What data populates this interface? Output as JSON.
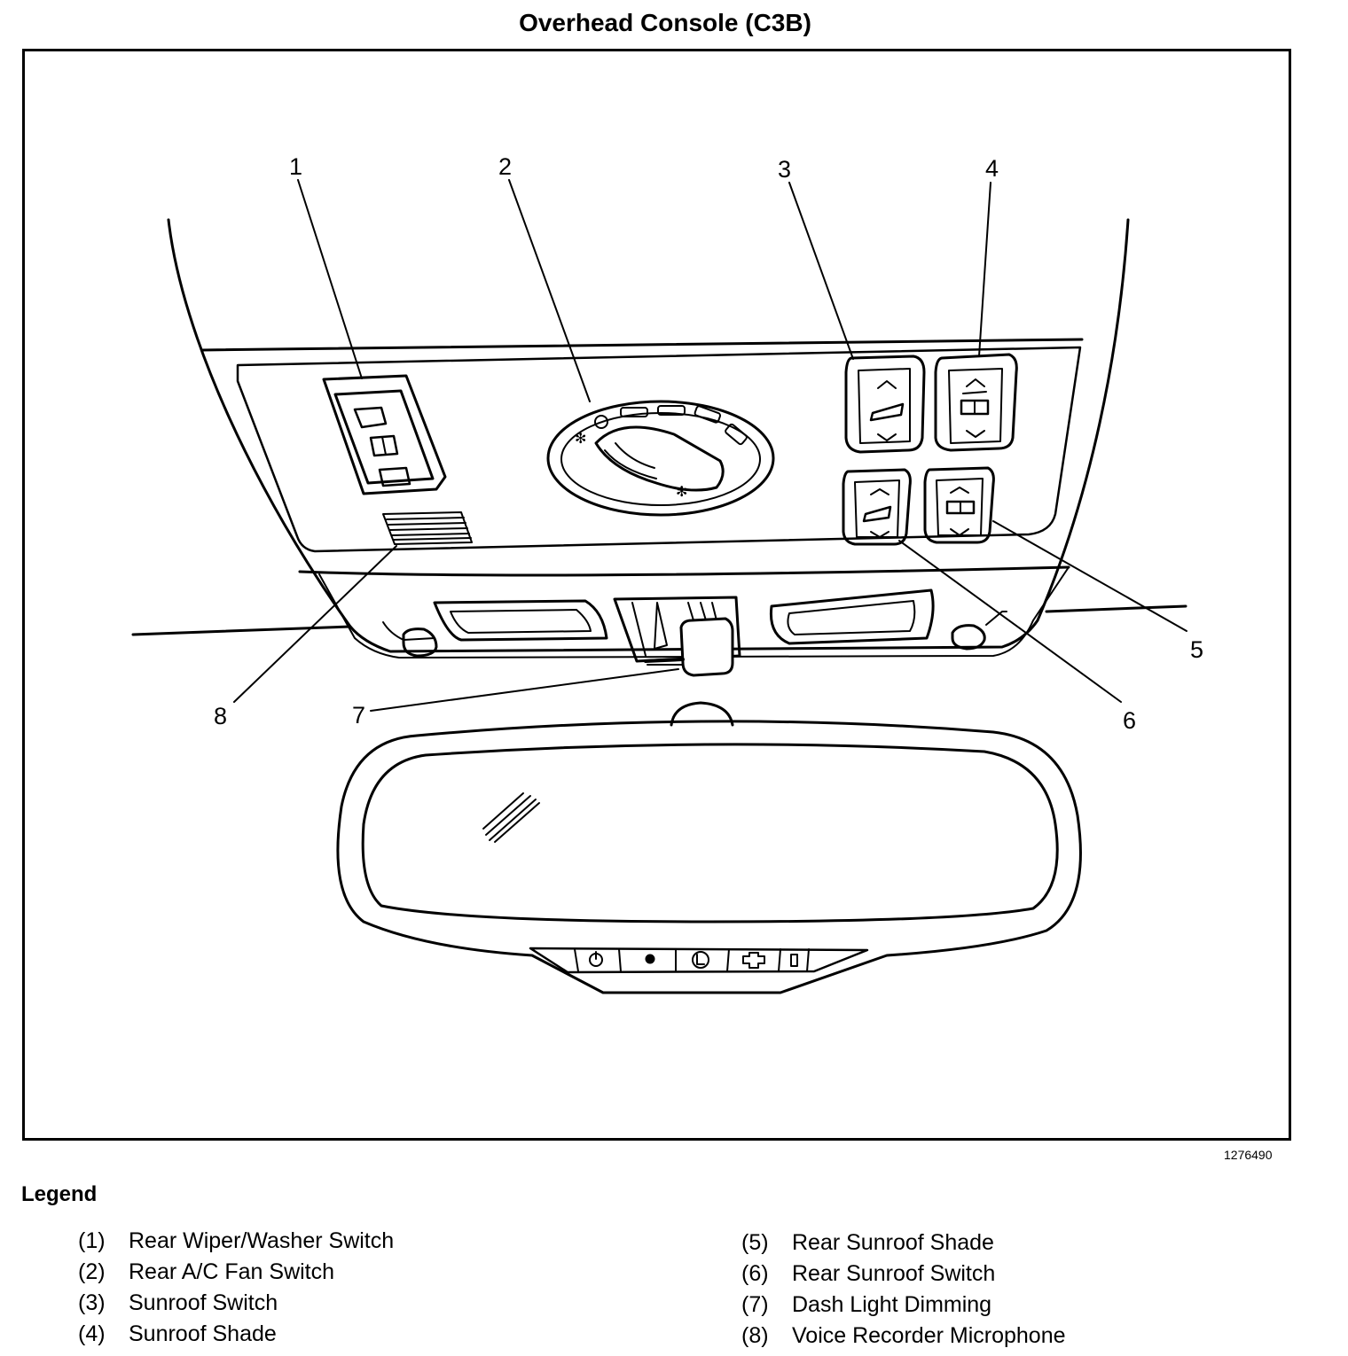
{
  "title": "Overhead Console (C3B)",
  "figure_id": "1276490",
  "legend": {
    "heading": "Legend",
    "items": [
      {
        "num": "(1)",
        "label": "Rear Wiper/Washer Switch"
      },
      {
        "num": "(2)",
        "label": "Rear A/C Fan Switch"
      },
      {
        "num": "(3)",
        "label": "Sunroof Switch"
      },
      {
        "num": "(4)",
        "label": "Sunroof Shade"
      },
      {
        "num": "(5)",
        "label": "Rear Sunroof Shade"
      },
      {
        "num": "(6)",
        "label": "Rear Sunroof Switch"
      },
      {
        "num": "(7)",
        "label": "Dash Light Dimming"
      },
      {
        "num": "(8)",
        "label": "Voice Recorder Microphone"
      }
    ]
  },
  "callouts": [
    "1",
    "2",
    "3",
    "4",
    "5",
    "6",
    "7",
    "8"
  ]
}
